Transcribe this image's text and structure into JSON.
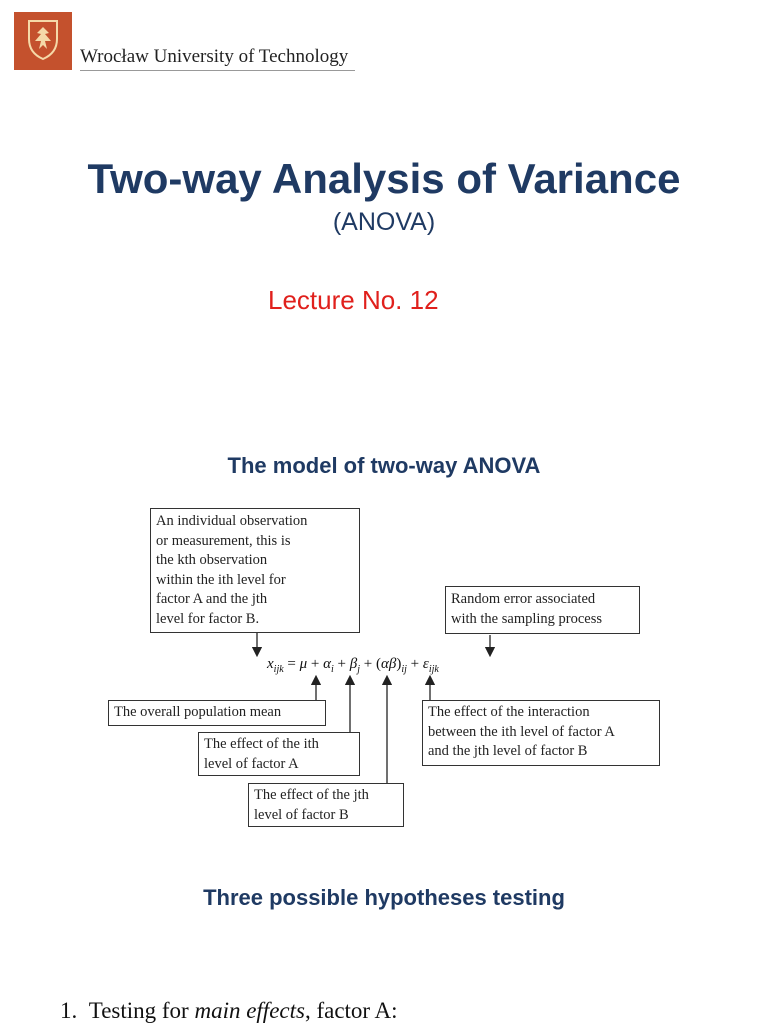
{
  "header": {
    "university": "Wrocław University of Technology",
    "logo_icon": "eagle-crest-icon",
    "logo_color": "#c4512d"
  },
  "title": "Two-way Analysis of Variance",
  "subtitle": "(ANOVA)",
  "lecture": "Lecture No. 12",
  "model_heading": "The model of two-way ANOVA",
  "diagram": {
    "equation": "x_ijk = μ + α_i + β_j + (αβ)_ij + ε_ijk",
    "boxes": {
      "observation": [
        "An individual observation",
        "or measurement, this is",
        "the kth observation",
        "within the ith level for",
        "factor A and the jth",
        "level for factor B."
      ],
      "random_error": [
        "Random error associated",
        "with the sampling process"
      ],
      "population_mean": [
        "The overall population mean"
      ],
      "effect_i": [
        "The effect of the ith",
        "level of factor A"
      ],
      "effect_j": [
        "The effect of the jth",
        "level of factor B"
      ],
      "interaction": [
        "The effect of the interaction",
        "between the ith level of factor A",
        "and the jth level of factor B"
      ]
    }
  },
  "hypotheses_heading": "Three possible hypotheses testing",
  "list": {
    "number": "1.",
    "text_prefix": "Testing for ",
    "text_italic": "main effects",
    "text_suffix": ", factor A:"
  },
  "colors": {
    "heading_blue": "#1f3a63",
    "lecture_red": "#e0201c"
  }
}
